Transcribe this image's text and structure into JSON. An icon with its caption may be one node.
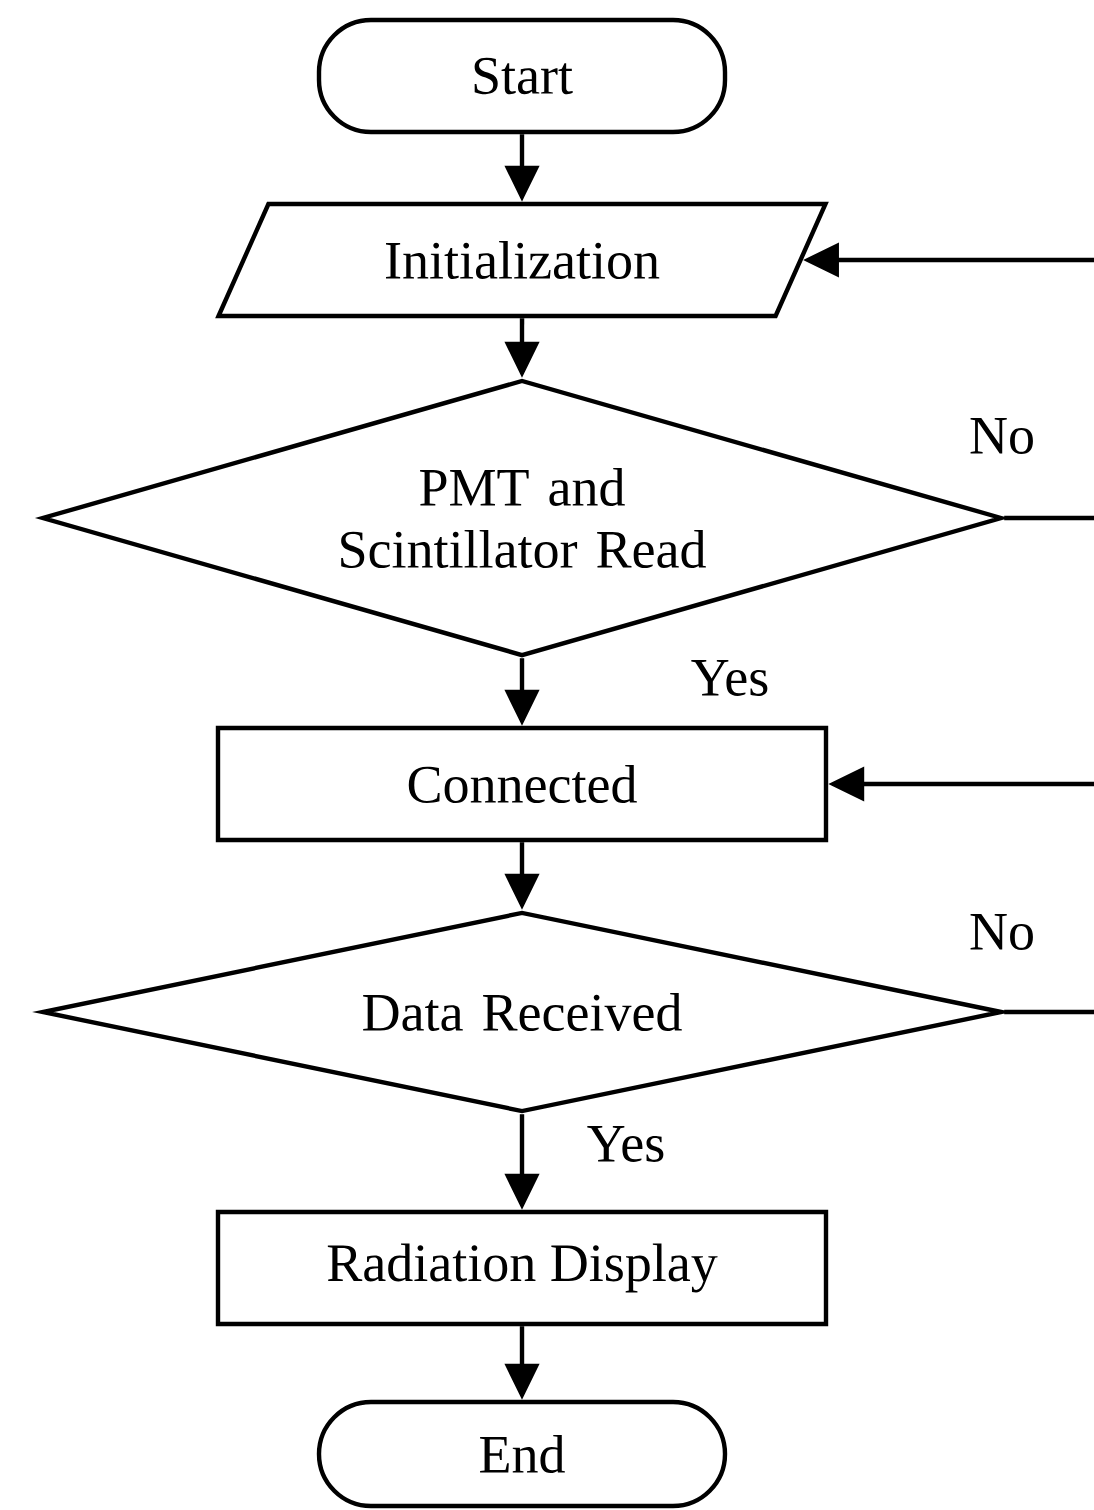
{
  "diagram": {
    "nodes": [
      {
        "text": [
          "Start"
        ]
      },
      {
        "text": [
          "Initialization"
        ]
      },
      {
        "text": [
          "PMT and Scintillator Read"
        ]
      },
      {
        "text": [
          "Connected"
        ]
      },
      {
        "text": [
          "Data Received"
        ]
      },
      {
        "text": [
          "Radiation Display"
        ]
      },
      {
        "text": [
          "End"
        ]
      }
    ],
    "edges": [
      {
        "from": 0,
        "to": 1,
        "arrow": "to"
      },
      {
        "from": 1,
        "to": 2,
        "arrow": "to"
      },
      {
        "from": 2,
        "to": 3,
        "arrow": "to",
        "label": "Yes"
      },
      {
        "from": 2,
        "to": 1,
        "arrow": "to",
        "label": "No"
      },
      {
        "from": 3,
        "to": 4,
        "arrow": "to"
      },
      {
        "from": 4,
        "to": 3,
        "arrow": "to",
        "label": "No"
      },
      {
        "from": 4,
        "to": 5,
        "arrow": "to",
        "label": "Yes"
      },
      {
        "from": 5,
        "to": 6,
        "arrow": "to"
      }
    ]
  }
}
